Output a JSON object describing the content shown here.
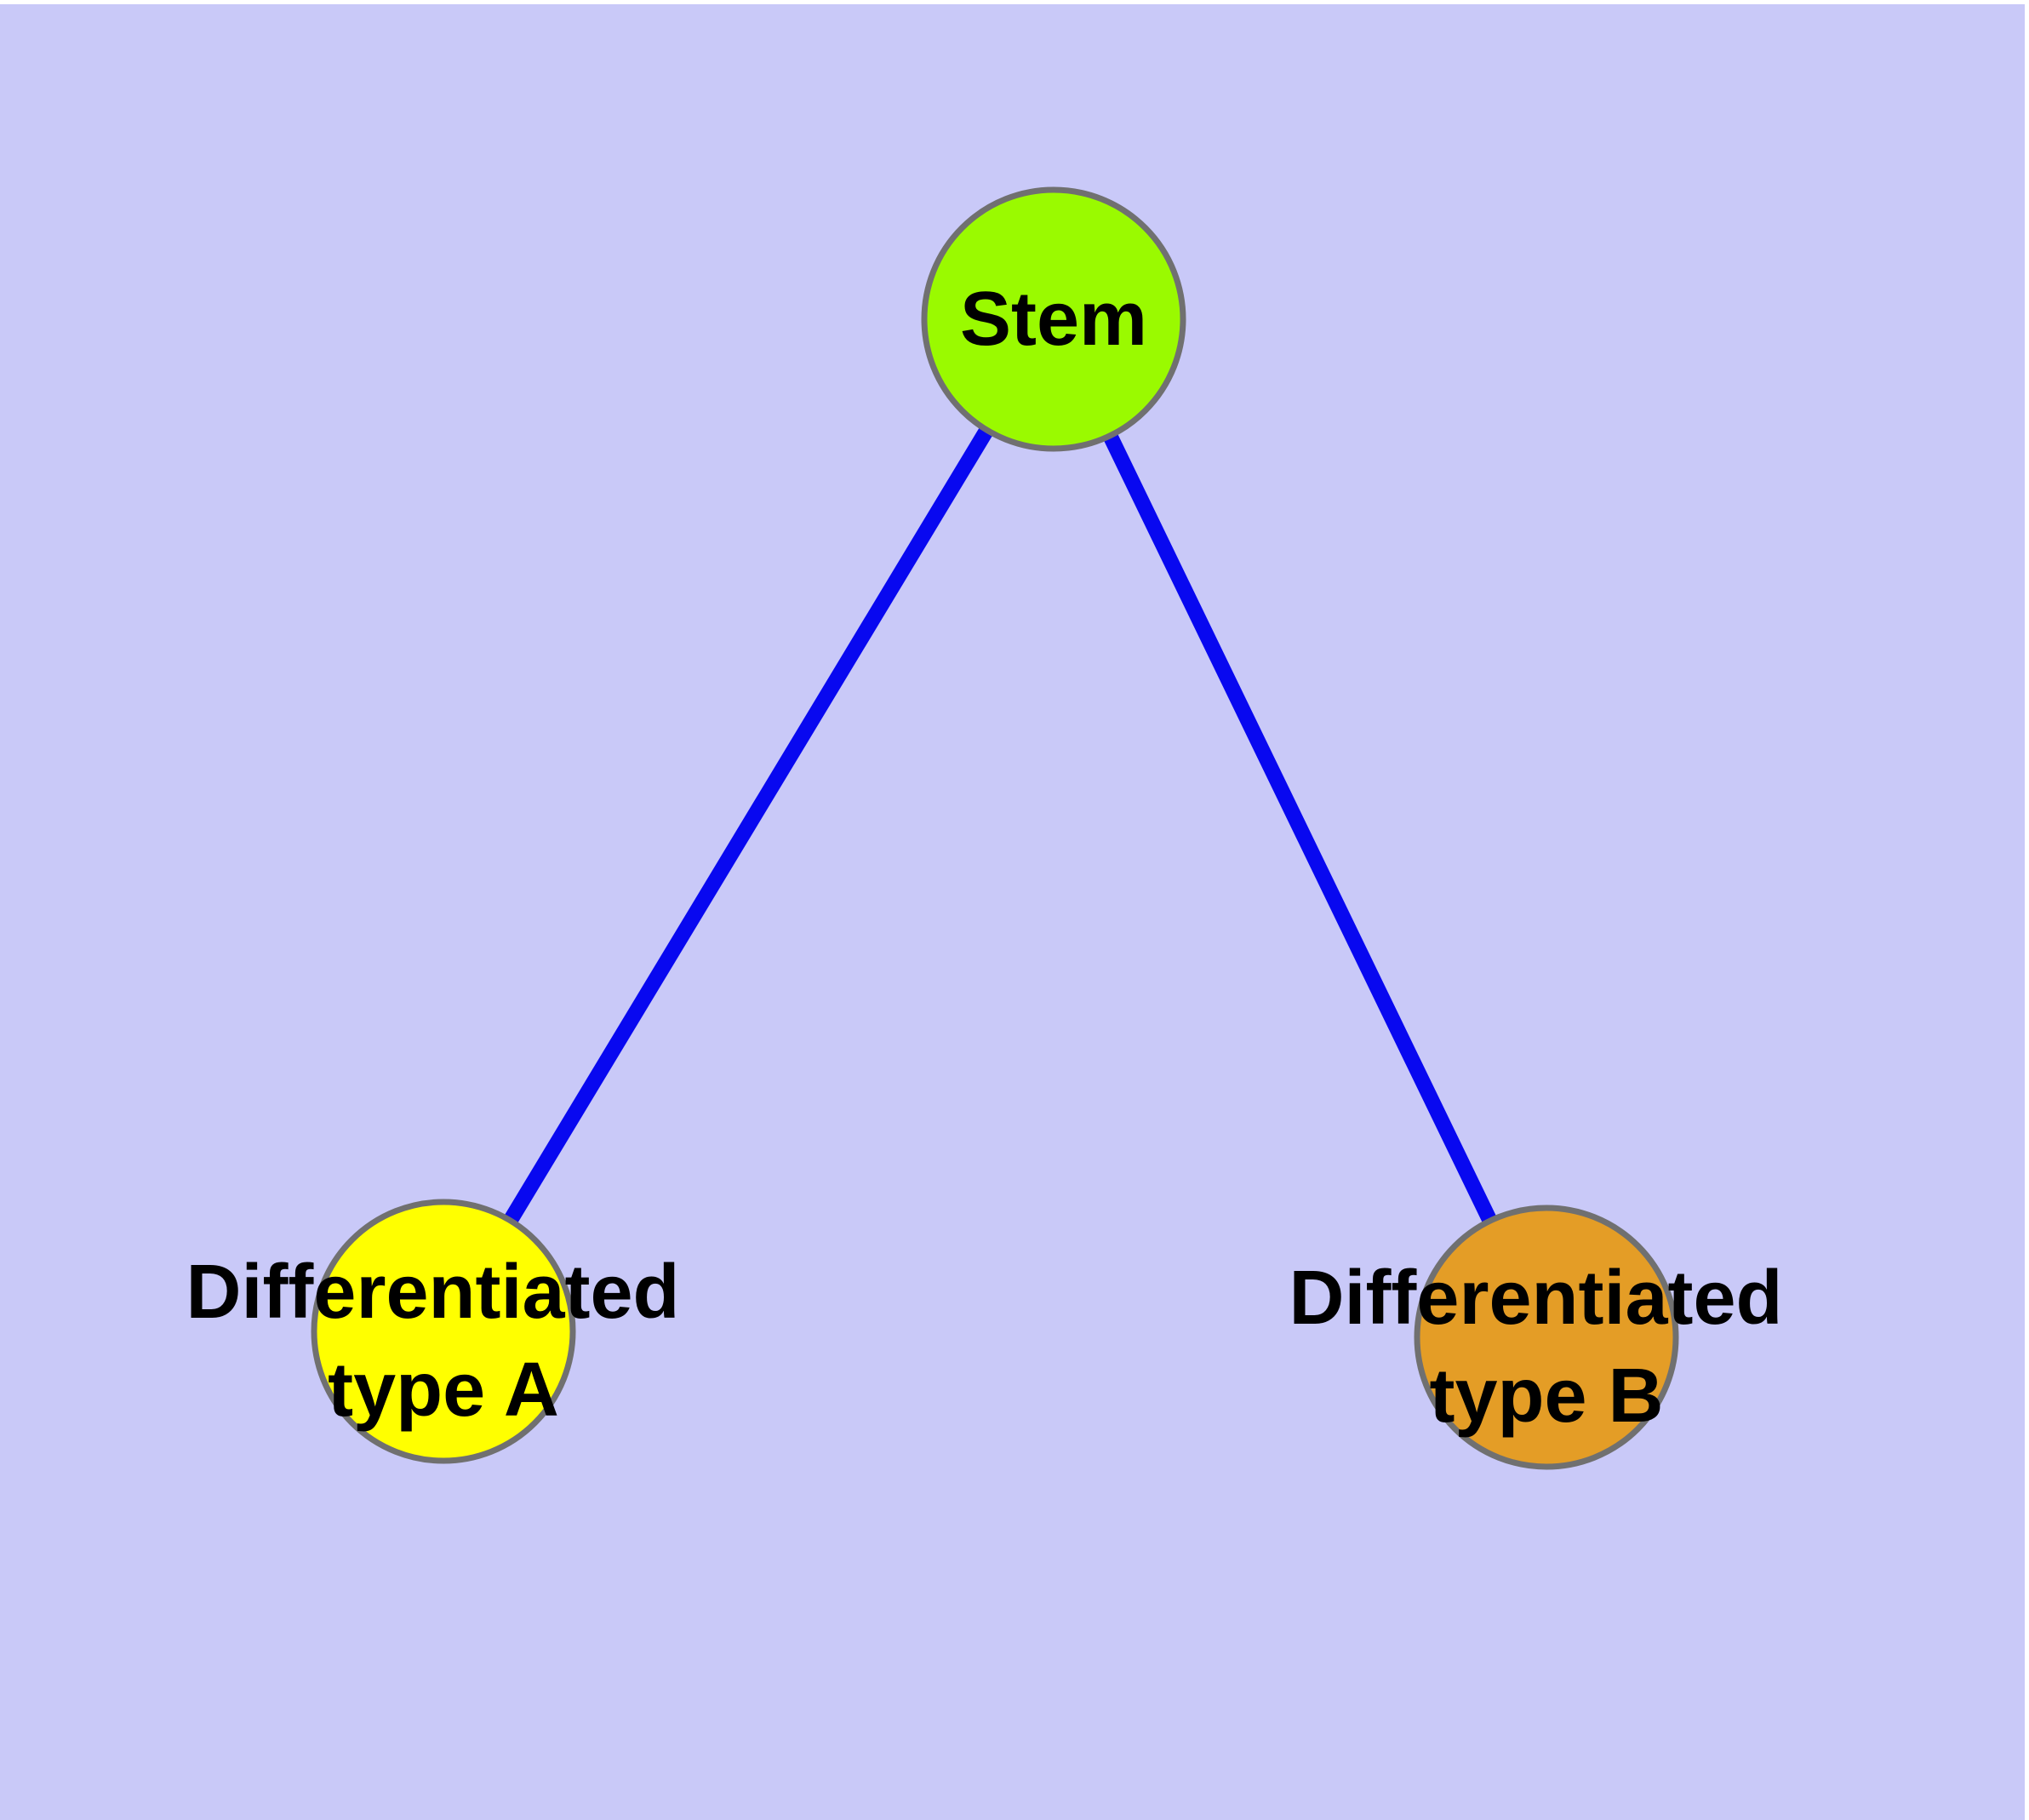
{
  "diagram": {
    "type": "graph",
    "background_color": "#c9c9f8",
    "frame_color": "#ffffff",
    "edge_color": "#0808f0",
    "node_border_color": "#707070",
    "label_color": "#000000",
    "nodes": {
      "stem": {
        "label": "Stem",
        "fill": "#9afa00"
      },
      "type_a": {
        "label_line1": "Differentiated",
        "label_line2": "type A",
        "fill": "#ffff00"
      },
      "type_b": {
        "label_line1": "Differentiated",
        "label_line2": "type B",
        "fill": "#e49d26"
      }
    },
    "edges": [
      {
        "from": "Stem",
        "to": "Differentiated type A"
      },
      {
        "from": "Stem",
        "to": "Differentiated type B"
      }
    ]
  }
}
